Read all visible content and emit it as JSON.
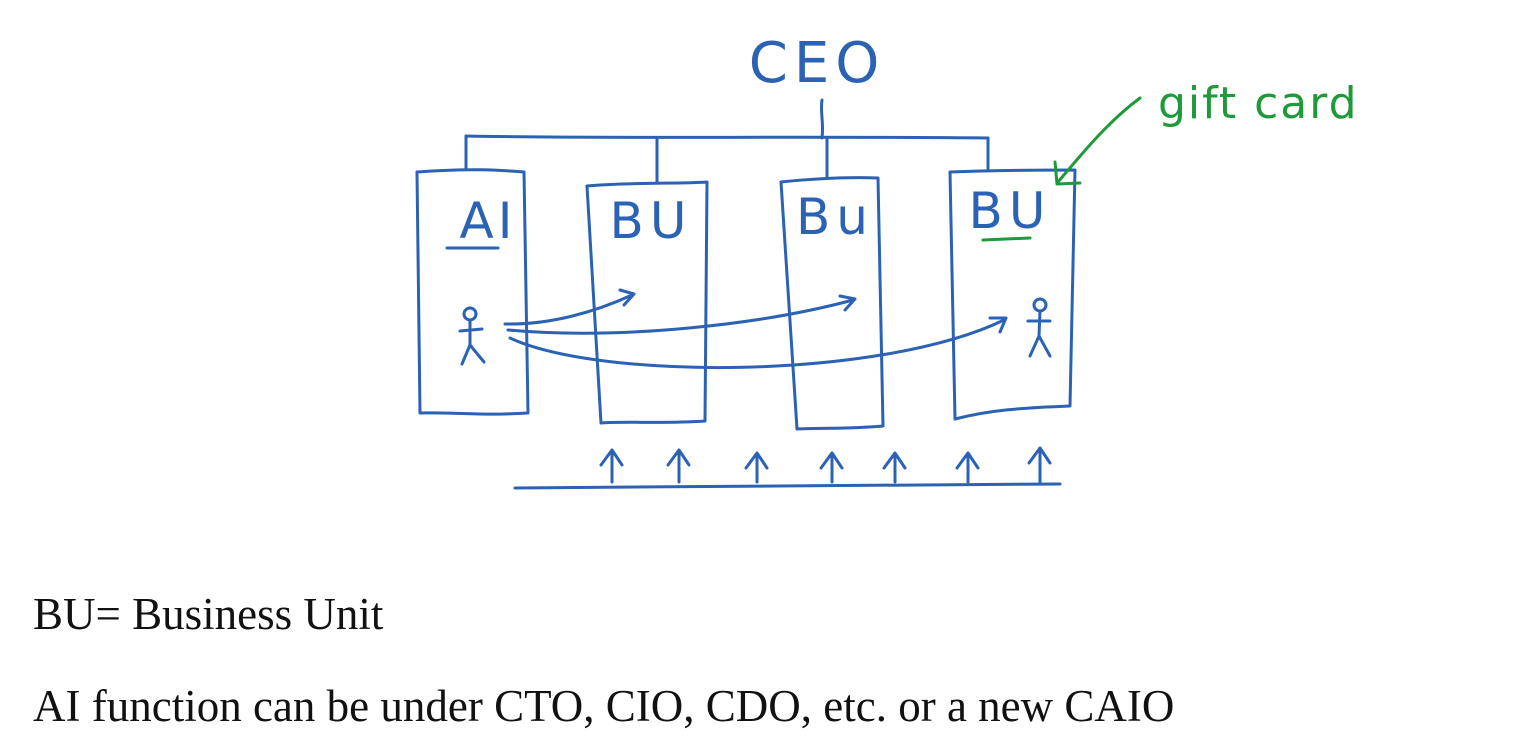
{
  "colors": {
    "ink_blue": "#2b62b3",
    "ink_green": "#1f9a3a",
    "text": "#111111"
  },
  "diagram": {
    "root": {
      "label": "CEO"
    },
    "units": [
      {
        "label": "AI",
        "underlined": true,
        "has_person": true
      },
      {
        "label": "BU",
        "underlined": false,
        "has_person": false
      },
      {
        "label": "Bu",
        "underlined": false,
        "has_person": false
      },
      {
        "label": "BU",
        "underlined": true,
        "has_person": true
      }
    ],
    "annotation": {
      "label": "gift card",
      "points_to": "units.3"
    },
    "bottom_arrows_count": 7
  },
  "captions": [
    "BU= Business Unit",
    "AI function can be under CTO, CIO, CDO, etc. or a new CAIO"
  ]
}
